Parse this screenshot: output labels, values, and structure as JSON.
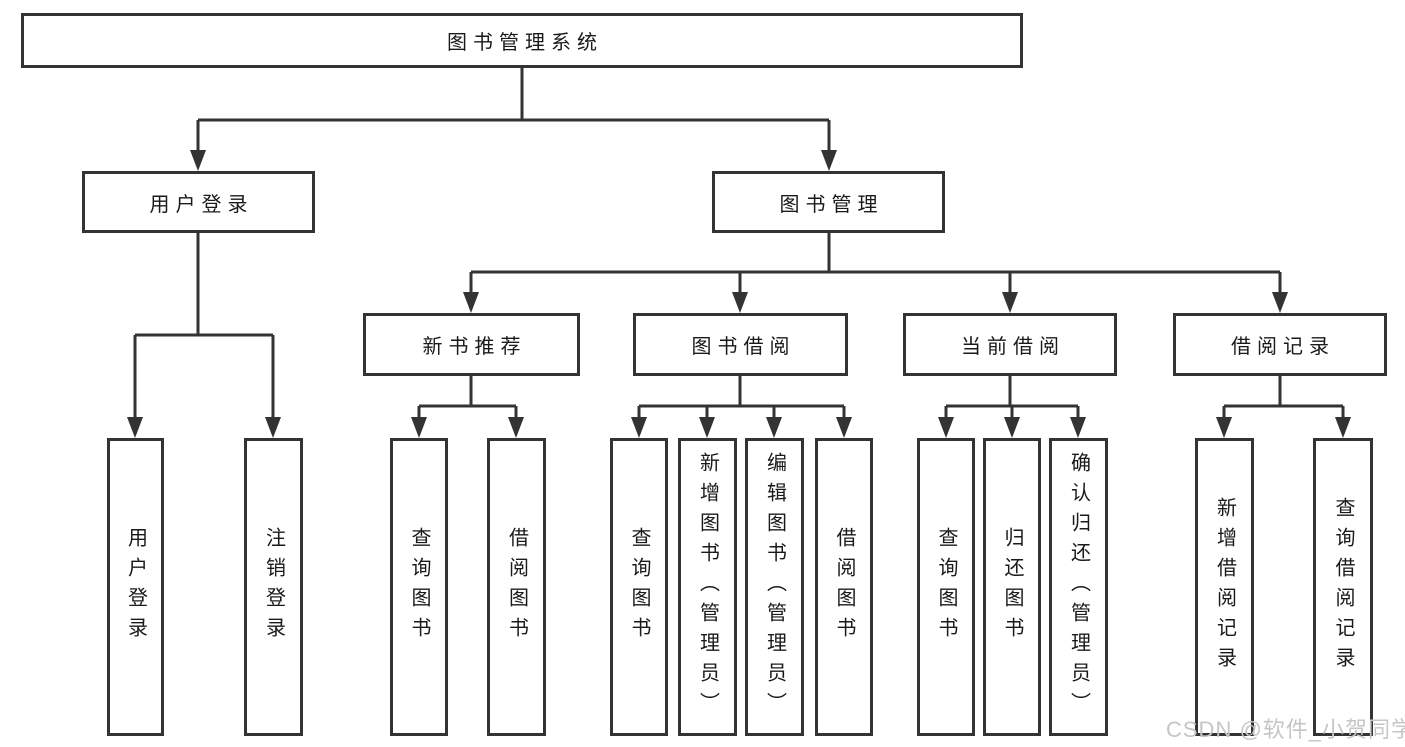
{
  "diagram": {
    "nodes": {
      "root": "图书管理系统",
      "user_login": "用户登录",
      "book_management": "图书管理",
      "new_book_recommend": "新书推荐",
      "book_borrow": "图书借阅",
      "current_borrow": "当前借阅",
      "borrow_records": "借阅记录",
      "user_login_leaf": "用户登录",
      "logout_leaf": "注销登录",
      "newbook_query": "查询图书",
      "newbook_borrow": "借阅图书",
      "borrow_query": "查询图书",
      "borrow_add": "新增图书（管理员）",
      "borrow_edit": "编辑图书（管理员）",
      "borrow_borrow": "借阅图书",
      "current_query": "查询图书",
      "current_return": "归还图书",
      "current_confirm": "确认归还（管理员）",
      "records_add": "新增借阅记录",
      "records_query": "查询借阅记录"
    },
    "colors": {
      "line": "#333333",
      "text": "#1a1a1a",
      "background": "#ffffff",
      "watermark": "#c6c6c6"
    }
  },
  "watermark": {
    "text": "CSDN @软件_小贺同学"
  }
}
